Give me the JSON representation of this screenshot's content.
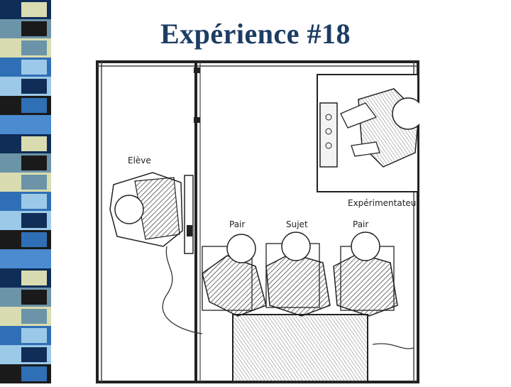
{
  "slide": {
    "title": "Expérience #18",
    "stripe_colors": [
      "#0f2d57",
      "#6b94a8",
      "#d9dcb0",
      "#2f6fb5",
      "#9dc9e8",
      "#1a1a1a",
      "#4b8bd0"
    ]
  },
  "diagram": {
    "labels": {
      "student": "Elève",
      "experimenter": "Expérimentateur",
      "peer_left": "Pair",
      "subject": "Sujet",
      "peer_right": "Pair"
    }
  }
}
